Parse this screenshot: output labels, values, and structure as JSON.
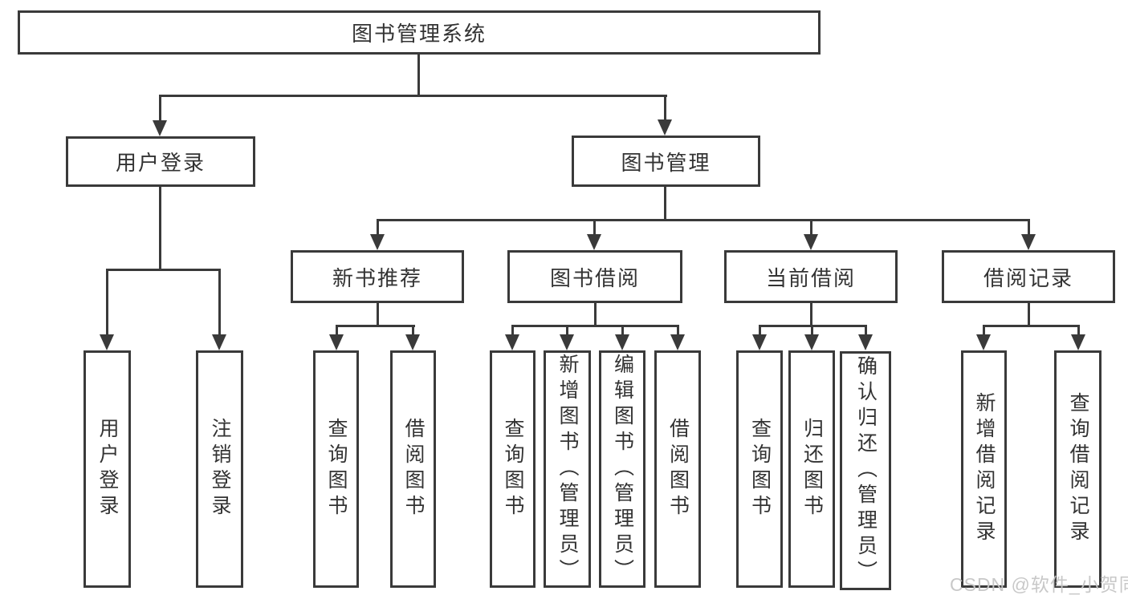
{
  "title": {
    "label": "图书管理系统"
  },
  "level2": {
    "user_login": "用户登录",
    "book_mgmt": "图书管理"
  },
  "level3": {
    "new_books": "新书推荐",
    "borrowing": "图书借阅",
    "current": "当前借阅",
    "records": "借阅记录"
  },
  "leaves": {
    "user_login": [
      "用户登录",
      "注销登录"
    ],
    "new_books": [
      "查询图书",
      "借阅图书"
    ],
    "borrowing": [
      "查询图书",
      "新增图书（管理员）",
      "编辑图书（管理员）",
      "借阅图书"
    ],
    "current": [
      "查询图书",
      "归还图书",
      "确认归还（管理员）"
    ],
    "records": [
      "新增借阅记录",
      "查询借阅记录"
    ]
  },
  "watermark": "CSDN @软件_小贺同学",
  "colors": {
    "line": "#3a3a3a",
    "text": "#333333",
    "watermark": "#c6c6c6"
  }
}
